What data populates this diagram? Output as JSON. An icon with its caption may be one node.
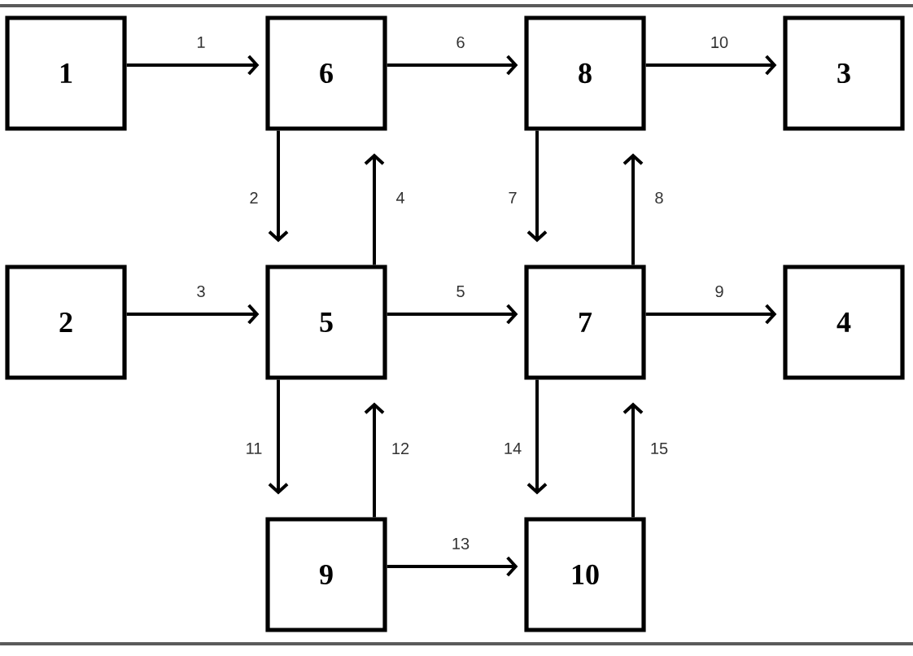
{
  "diagram": {
    "nodes": [
      {
        "text": [
          "1"
        ]
      },
      {
        "text": [
          "6"
        ]
      },
      {
        "text": [
          "8"
        ]
      },
      {
        "text": [
          "3"
        ]
      },
      {
        "text": [
          "2"
        ]
      },
      {
        "text": [
          "5"
        ]
      },
      {
        "text": [
          "7"
        ]
      },
      {
        "text": [
          "4"
        ]
      },
      {
        "text": [
          "9"
        ]
      },
      {
        "text": [
          "10"
        ]
      }
    ],
    "edges": [
      {
        "from": 0,
        "to": 1,
        "arrow": "to",
        "label": "1"
      },
      {
        "from": 1,
        "to": 5,
        "arrow": "to",
        "label": "2"
      },
      {
        "from": 4,
        "to": 5,
        "arrow": "to",
        "label": "3"
      },
      {
        "from": 5,
        "to": 1,
        "arrow": "to",
        "label": "4"
      },
      {
        "from": 5,
        "to": 6,
        "arrow": "to",
        "label": "5"
      },
      {
        "from": 1,
        "to": 2,
        "arrow": "to",
        "label": "6"
      },
      {
        "from": 2,
        "to": 6,
        "arrow": "to",
        "label": "7"
      },
      {
        "from": 6,
        "to": 2,
        "arrow": "to",
        "label": "8"
      },
      {
        "from": 6,
        "to": 7,
        "arrow": "to",
        "label": "9"
      },
      {
        "from": 2,
        "to": 3,
        "arrow": "to",
        "label": "10"
      },
      {
        "from": 5,
        "to": 8,
        "arrow": "to",
        "label": "11"
      },
      {
        "from": 8,
        "to": 5,
        "arrow": "to",
        "label": "12"
      },
      {
        "from": 8,
        "to": 9,
        "arrow": "to",
        "label": "13"
      },
      {
        "from": 6,
        "to": 9,
        "arrow": "to",
        "label": "14"
      },
      {
        "from": 9,
        "to": 6,
        "arrow": "to",
        "label": "15"
      }
    ]
  }
}
